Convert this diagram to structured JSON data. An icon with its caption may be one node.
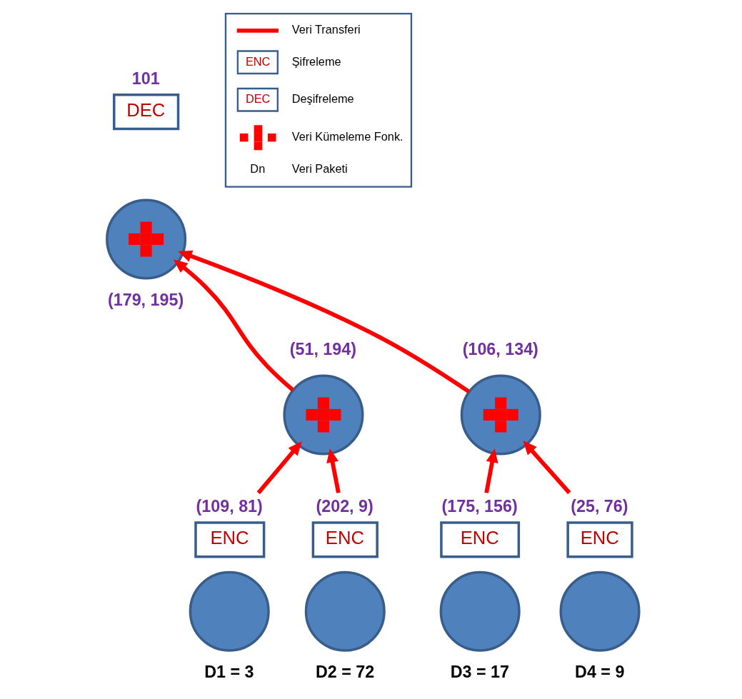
{
  "diagram": {
    "nodes": [
      {
        "text": [
          "DEC"
        ],
        "beside": [
          "101"
        ]
      },
      {
        "text": [],
        "shape": "circle",
        "beside": [
          "(179, 195)"
        ]
      },
      {
        "text": [],
        "shape": "circle",
        "beside": [
          "(51, 194)"
        ]
      },
      {
        "text": [],
        "shape": "circle",
        "beside": [
          "(106, 134)"
        ]
      },
      {
        "text": [
          "ENC"
        ],
        "beside": [
          "(109, 81)"
        ]
      },
      {
        "text": [],
        "shape": "circle",
        "beside": [
          "D1 = 3"
        ]
      },
      {
        "text": [
          "ENC"
        ],
        "beside": [
          "(202, 9)"
        ]
      },
      {
        "text": [],
        "shape": "circle",
        "beside": [
          "D2 = 72"
        ]
      },
      {
        "text": [
          "ENC"
        ],
        "beside": [
          "(175, 156)"
        ]
      },
      {
        "text": [],
        "shape": "circle",
        "beside": [
          "D3 = 17"
        ]
      },
      {
        "text": [
          "ENC"
        ],
        "beside": [
          "(25, 76)"
        ]
      },
      {
        "text": [],
        "shape": "circle",
        "beside": [
          "D4 = 9"
        ]
      }
    ],
    "edges": [
      {
        "from": 4,
        "to": 2,
        "arrow": "to"
      },
      {
        "from": 6,
        "to": 2,
        "arrow": "to"
      },
      {
        "from": 8,
        "to": 3,
        "arrow": "to"
      },
      {
        "from": 10,
        "to": 3,
        "arrow": "to"
      },
      {
        "from": 2,
        "to": 1,
        "arrow": "to"
      },
      {
        "from": 3,
        "to": 1,
        "arrow": "to"
      }
    ],
    "labels": [
      "ENC",
      "DEC",
      "Dn"
    ],
    "legend": [
      {
        "text": "Veri Transferi"
      },
      {
        "text": "Şifreleme"
      },
      {
        "text": "Deşifreleme"
      },
      {
        "text": "Veri Kümeleme Fonk."
      },
      {
        "text": "Veri Paketi"
      }
    ]
  }
}
